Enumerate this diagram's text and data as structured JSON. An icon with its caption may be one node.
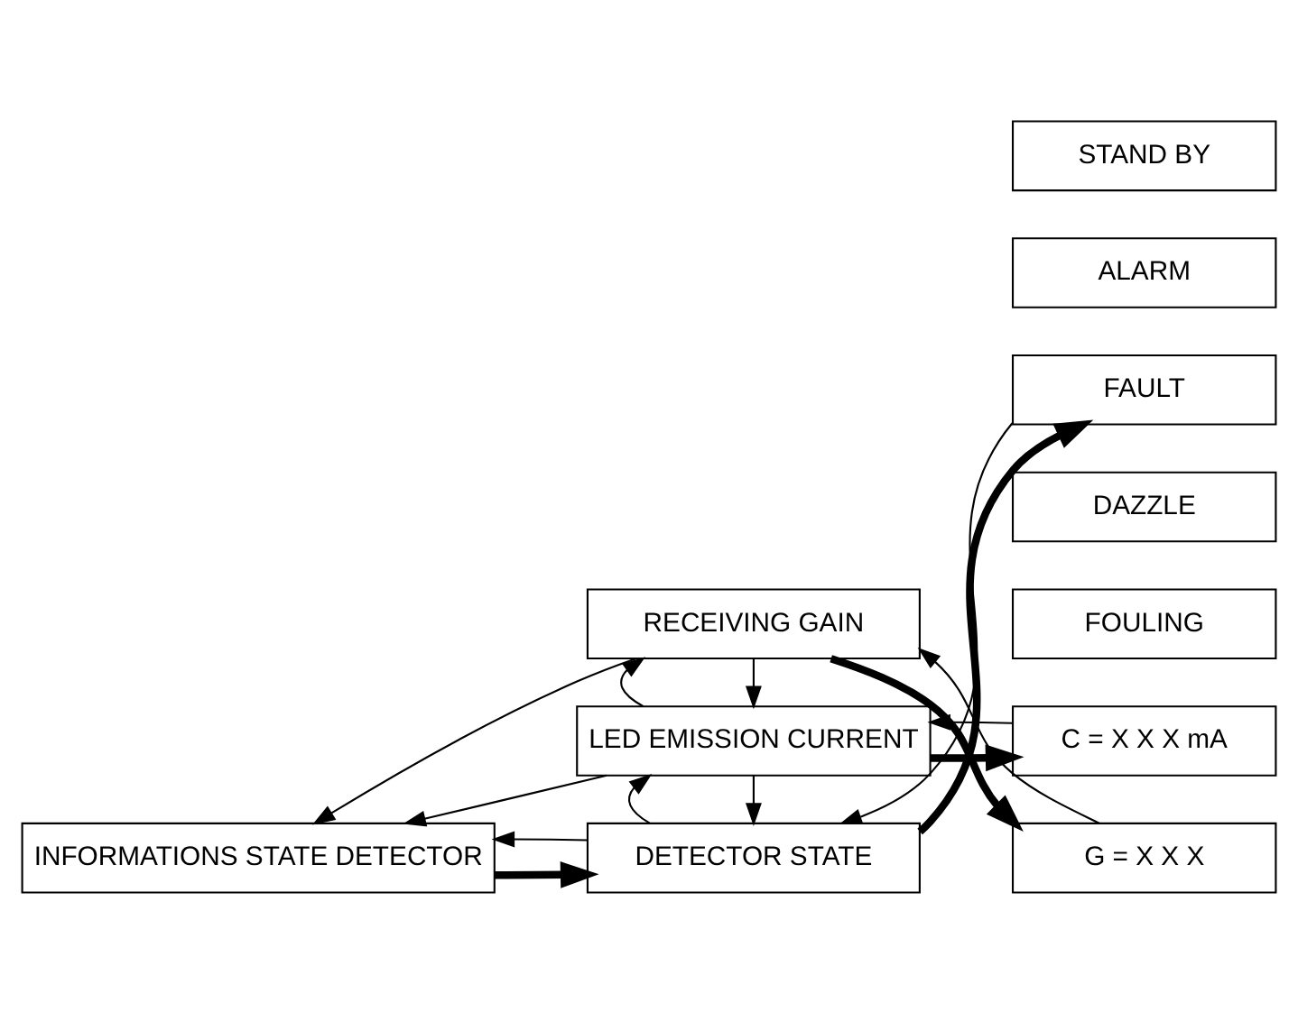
{
  "diagram": {
    "nodes": [
      {
        "text": [
          "INFORMATIONS STATE DETECTOR"
        ]
      },
      {
        "text": [
          "DETECTOR STATE"
        ]
      },
      {
        "text": [
          "STAND BY"
        ]
      },
      {
        "text": [
          "ALARM"
        ]
      },
      {
        "text": [
          "FAULT"
        ]
      },
      {
        "text": [
          "DAZZLE"
        ]
      },
      {
        "text": [
          "FOULING"
        ]
      },
      {
        "text": [
          "LED EMISSION CURRENT"
        ]
      },
      {
        "text": [
          "C = X X X mA"
        ]
      },
      {
        "text": [
          "RECEIVING GAIN"
        ]
      },
      {
        "text": [
          "G = X X X"
        ]
      }
    ],
    "edges": [
      {
        "from": 0,
        "to": 1,
        "arrow": "to",
        "style": "thick"
      },
      {
        "from": 1,
        "to": 0,
        "arrow": "to"
      },
      {
        "from": 1,
        "to": 4,
        "arrow": "to",
        "style": "thick"
      },
      {
        "from": 4,
        "to": 1,
        "arrow": "to"
      },
      {
        "from": 7,
        "to": 1,
        "arrow": "to"
      },
      {
        "from": 1,
        "to": 7,
        "arrow": "to"
      },
      {
        "from": 7,
        "to": 0,
        "arrow": "to"
      },
      {
        "from": 9,
        "to": 0,
        "arrow": "to"
      },
      {
        "from": 7,
        "to": 8,
        "arrow": "to",
        "style": "thick"
      },
      {
        "from": 8,
        "to": 7,
        "arrow": "to"
      },
      {
        "from": 9,
        "to": 7,
        "arrow": "to"
      },
      {
        "from": 7,
        "to": 9,
        "arrow": "to"
      },
      {
        "from": 9,
        "to": 10,
        "arrow": "to",
        "style": "thick"
      },
      {
        "from": 10,
        "to": 9,
        "arrow": "to"
      }
    ]
  }
}
